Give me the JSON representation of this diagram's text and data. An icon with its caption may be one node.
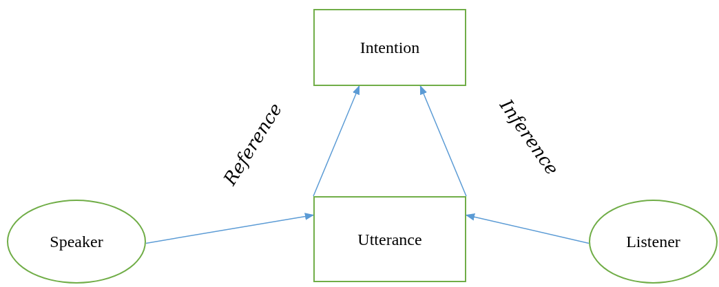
{
  "diagram": {
    "nodes": [
      {
        "text": [
          "Intention"
        ]
      },
      {
        "text": [
          "Speaker"
        ]
      },
      {
        "text": [
          "Utterance"
        ]
      },
      {
        "text": [
          "Listener"
        ]
      }
    ],
    "edges": [
      {
        "from": 1,
        "to": 2,
        "arrow": "to"
      },
      {
        "from": 2,
        "to": 0,
        "arrow": "to"
      },
      {
        "from": 2,
        "to": 0,
        "arrow": "to"
      },
      {
        "from": 3,
        "to": 2,
        "arrow": "to"
      }
    ],
    "labels": [
      "Reference",
      "Inference"
    ]
  }
}
